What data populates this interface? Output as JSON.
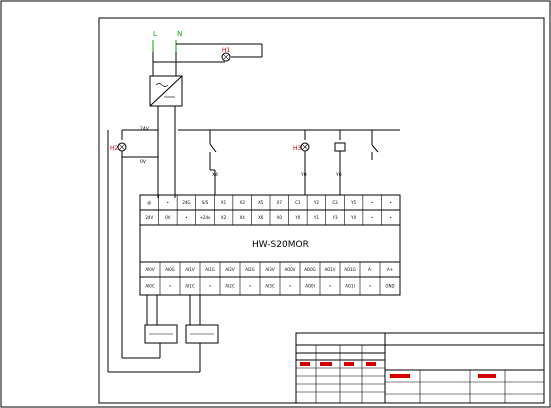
{
  "plc": {
    "model": "HW-S20MOR",
    "top_row": [
      "@",
      "•",
      "24G",
      "S/S",
      "X1",
      "X3",
      "X5",
      "X7",
      "C1",
      "Y2",
      "C3",
      "Y5",
      "•",
      "•"
    ],
    "second_row": [
      "24V",
      "0V",
      "•",
      "+24v",
      "X2",
      "X4",
      "X6",
      "X0",
      "Y0",
      "Y1",
      "Y3",
      "Y4",
      "•",
      "•"
    ],
    "analog_upper": [
      "AI0V",
      "AI0G",
      "AI1V",
      "AI1G",
      "AI2V",
      "AI2G",
      "AI3V",
      "AO0V",
      "AO0G",
      "AO1V",
      "AO1G",
      "A-",
      "A+"
    ],
    "analog_lower": [
      "AI0C",
      "•",
      "AI1C",
      "•",
      "AI2C",
      "•",
      "AI3C",
      "•",
      "AO0I",
      "•",
      "AO1I",
      "•",
      "GND"
    ]
  },
  "supply": {
    "line": "L",
    "neutral": "N"
  },
  "lamps": [
    "H1",
    "H2",
    "H3"
  ],
  "wire_tags": [
    "24V",
    "0V",
    "X4",
    "Y0",
    "Y6"
  ]
}
